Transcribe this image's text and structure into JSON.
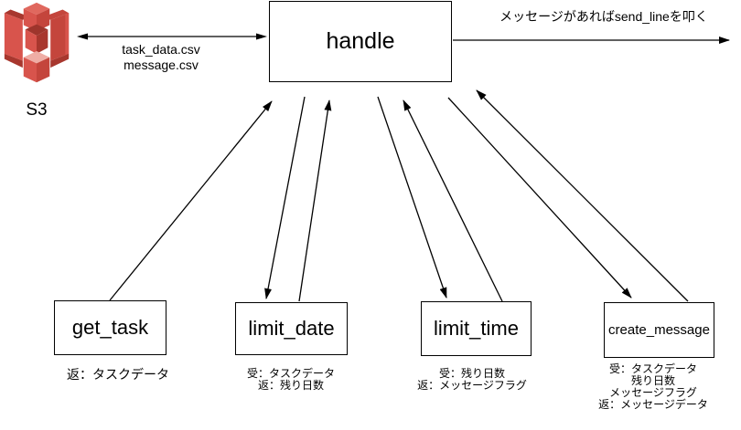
{
  "diagram": {
    "s3_label": "S3",
    "s3_transfer": [
      "task_data.csv",
      "message.csv"
    ],
    "output_note": "メッセージがあればsend_lineを叩く",
    "handle_label": "handle",
    "functions": [
      {
        "label": "get_task",
        "notes": [
          "返：タスクデータ"
        ]
      },
      {
        "label": "limit_date",
        "notes": [
          "受：タスクデータ",
          "返：残り日数"
        ]
      },
      {
        "label": "limit_time",
        "notes": [
          "受：残り日数",
          "返：メッセージフラグ"
        ]
      },
      {
        "label": "create_message",
        "notes": [
          "受：タスクデータ",
          "残り日数",
          "メッセージフラグ",
          "返：メッセージデータ"
        ]
      }
    ]
  },
  "colors": {
    "line": "#000000",
    "background": "#FFFFFF",
    "s3_main": "#D8544C",
    "s3_top": "#E0685E",
    "s3_shadow": "#C4453C",
    "s3_dark": "#A8372E",
    "s3_deep": "#9E352C",
    "s3_light": "#EFADA5"
  }
}
